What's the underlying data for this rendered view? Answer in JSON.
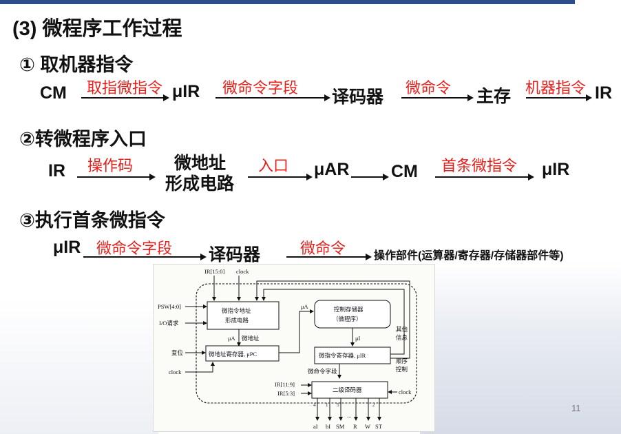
{
  "title": "(3)  微程序工作过程",
  "step1": {
    "heading": "① 取机器指令",
    "nodes": [
      "CM",
      "μIR",
      "译码器",
      "主存",
      "IR"
    ],
    "labels": [
      "取指微指令",
      "微命令字段",
      "微命令",
      "机器指令"
    ]
  },
  "step2": {
    "heading": "②转微程序入口",
    "nodes": [
      "IR",
      "微地址",
      "形成电路",
      "μAR",
      "CM",
      "μIR"
    ],
    "labels": [
      "操作码",
      "入口",
      "首条微指令"
    ]
  },
  "step3": {
    "heading": "③执行首条微指令",
    "nodes": [
      "μIR",
      "译码器",
      "操作部件(运算器/寄存器/存储器部件等)"
    ],
    "labels": [
      "微命令字段",
      "微命令"
    ]
  },
  "diagram": {
    "ir_top": "IR[15:0]",
    "clock_top": "clock",
    "psw": "PSW[4:0]",
    "io_req": "I/O请求",
    "reset": "复位",
    "clock_left": "clock",
    "addr_gen_1": "微指令地址",
    "addr_gen_2": "形成电路",
    "mu_a": "μA",
    "micro_addr": "微地址",
    "upc": "微地址寄存器, μPC",
    "ctrl_store_1": "控制存储器",
    "ctrl_store_2": "（微程序）",
    "mu_a_right": "μA",
    "mu_i": "μI",
    "uir": "微指令寄存器, μIR",
    "other_1": "其他",
    "other_2": "信息",
    "seq_1": "顺序",
    "seq_2": "控制",
    "micro_cmd_field": "微命令字段",
    "ir_11_9": "IR[11:9]",
    "ir_5_3": "IR[5:3]",
    "decoder2": "二级译码器",
    "clock_right": "clock",
    "bit_a": "4",
    "bit_b": "1",
    "bit_c": "5",
    "bit_d": "2",
    "out_labels": [
      "aI",
      "bI",
      "SM",
      "R",
      "W",
      "ST"
    ],
    "dots": "..."
  },
  "page_number": "11"
}
